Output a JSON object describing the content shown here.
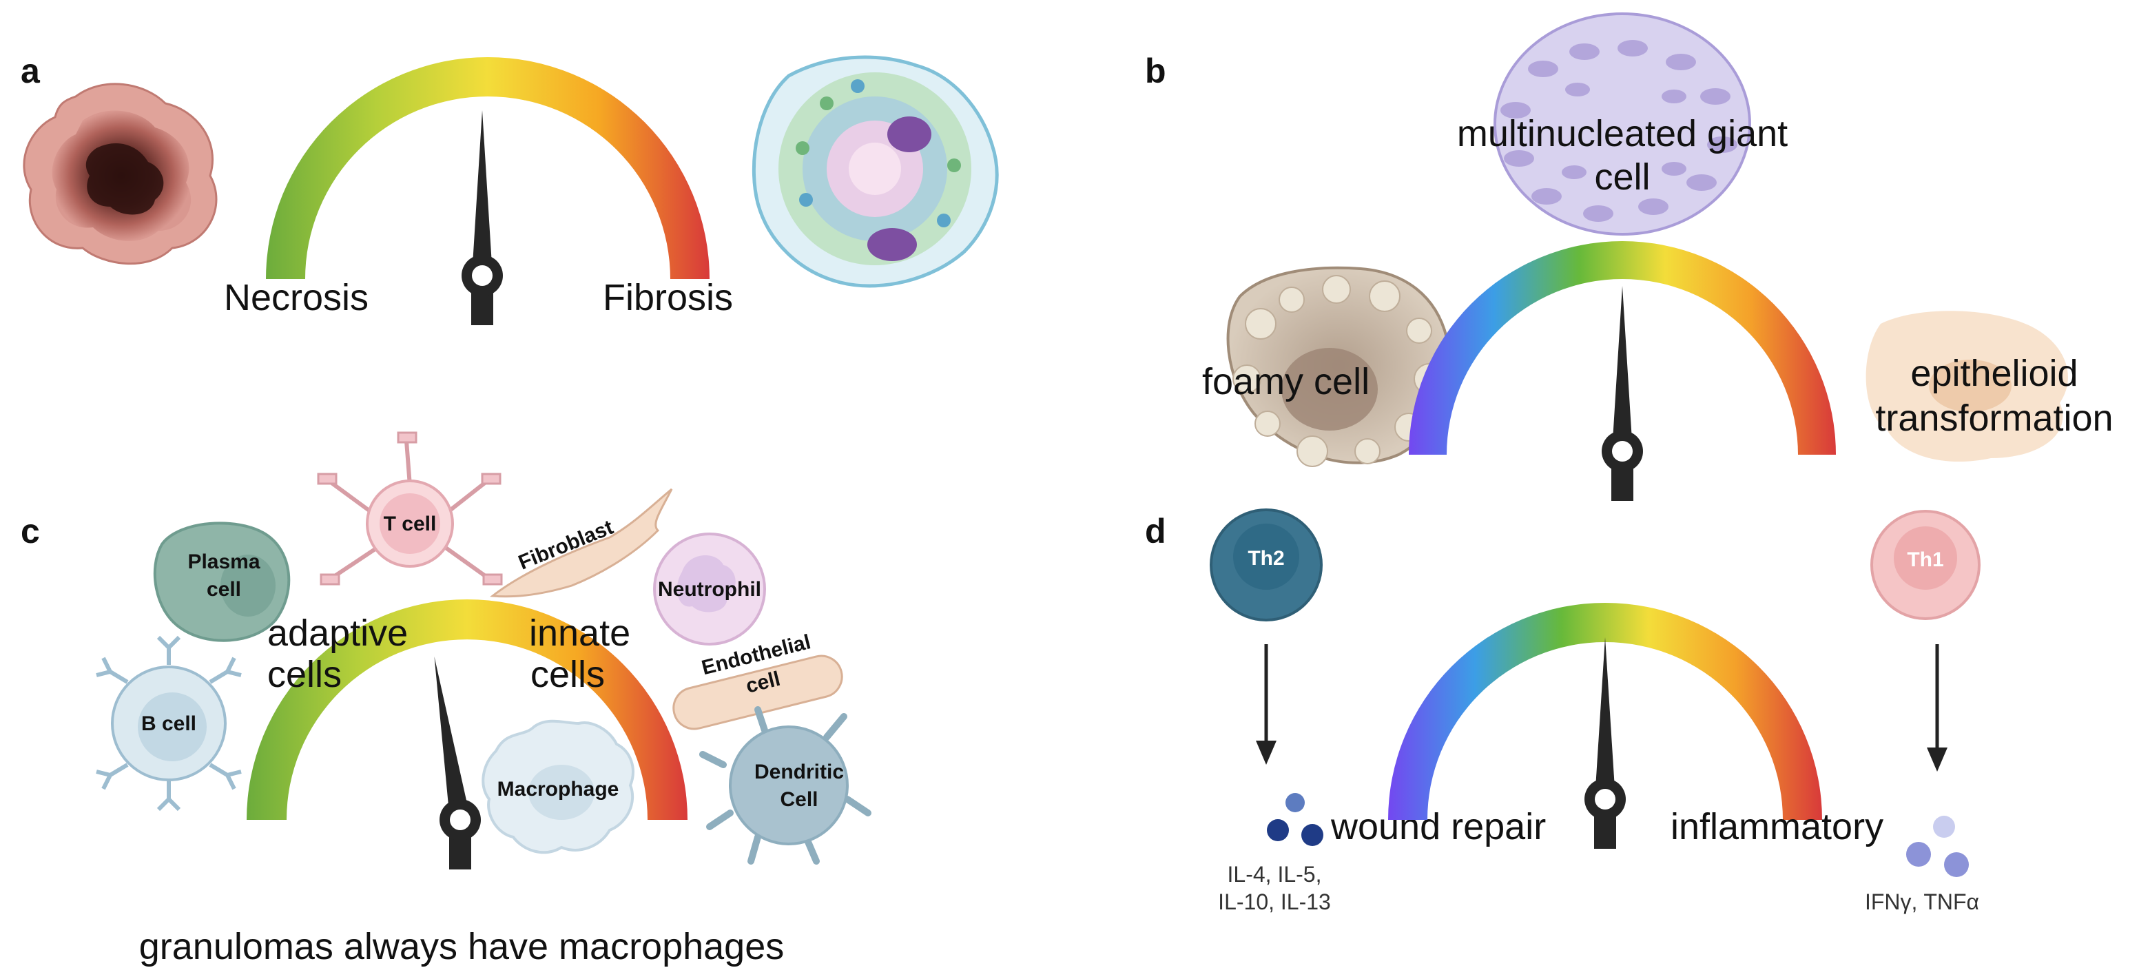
{
  "colors": {
    "gauge_warm": [
      "#6cac3c",
      "#b5cf3a",
      "#f3dd3a",
      "#f6a823",
      "#d83a3a"
    ],
    "gauge_rainbow": [
      "#7348f0",
      "#3c9ee6",
      "#67b93a",
      "#f3dd3a",
      "#f4a12a",
      "#d83a3a"
    ],
    "needle": "#262626"
  },
  "panels": {
    "a": {
      "letter": "a",
      "left_label": "Necrosis",
      "right_label": "Fibrosis",
      "left_icon": "necrotic-granuloma-icon",
      "right_icon": "fibrotic-granuloma-icon",
      "needle_level": 0.5
    },
    "b": {
      "letter": "b",
      "top_label_line1": "multinucleated giant",
      "top_label_line2": "cell",
      "left_label": "foamy cell",
      "right_label_line1": "epithelioid",
      "right_label_line2": "transformation",
      "needle_level": 0.5
    },
    "c": {
      "letter": "c",
      "left_label_line1": "adaptive",
      "left_label_line2": "cells",
      "right_label_line1": "innate",
      "right_label_line2": "cells",
      "cells": {
        "t_cell": "T cell",
        "plasma_line1": "Plasma",
        "plasma_line2": "cell",
        "b_cell": "B cell",
        "fibroblast": "Fibroblast",
        "neutrophil": "Neutrophil",
        "endothelial_line1": "Endothelial",
        "endothelial_line2": "cell",
        "macrophage": "Macrophage",
        "dendritic_line1": "Dendritic",
        "dendritic_line2": "Cell"
      },
      "caption": "granulomas always have macrophages",
      "needle_level": 0.45
    },
    "d": {
      "letter": "d",
      "th2": "Th2",
      "th1": "Th1",
      "left_label": "wound repair",
      "right_label": "inflammatory",
      "left_cytokines_line1": "IL-4, IL-5,",
      "left_cytokines_line2": "IL-10, IL-13",
      "right_cytokines": "IFNγ, TNFα",
      "needle_level": 0.5
    }
  }
}
